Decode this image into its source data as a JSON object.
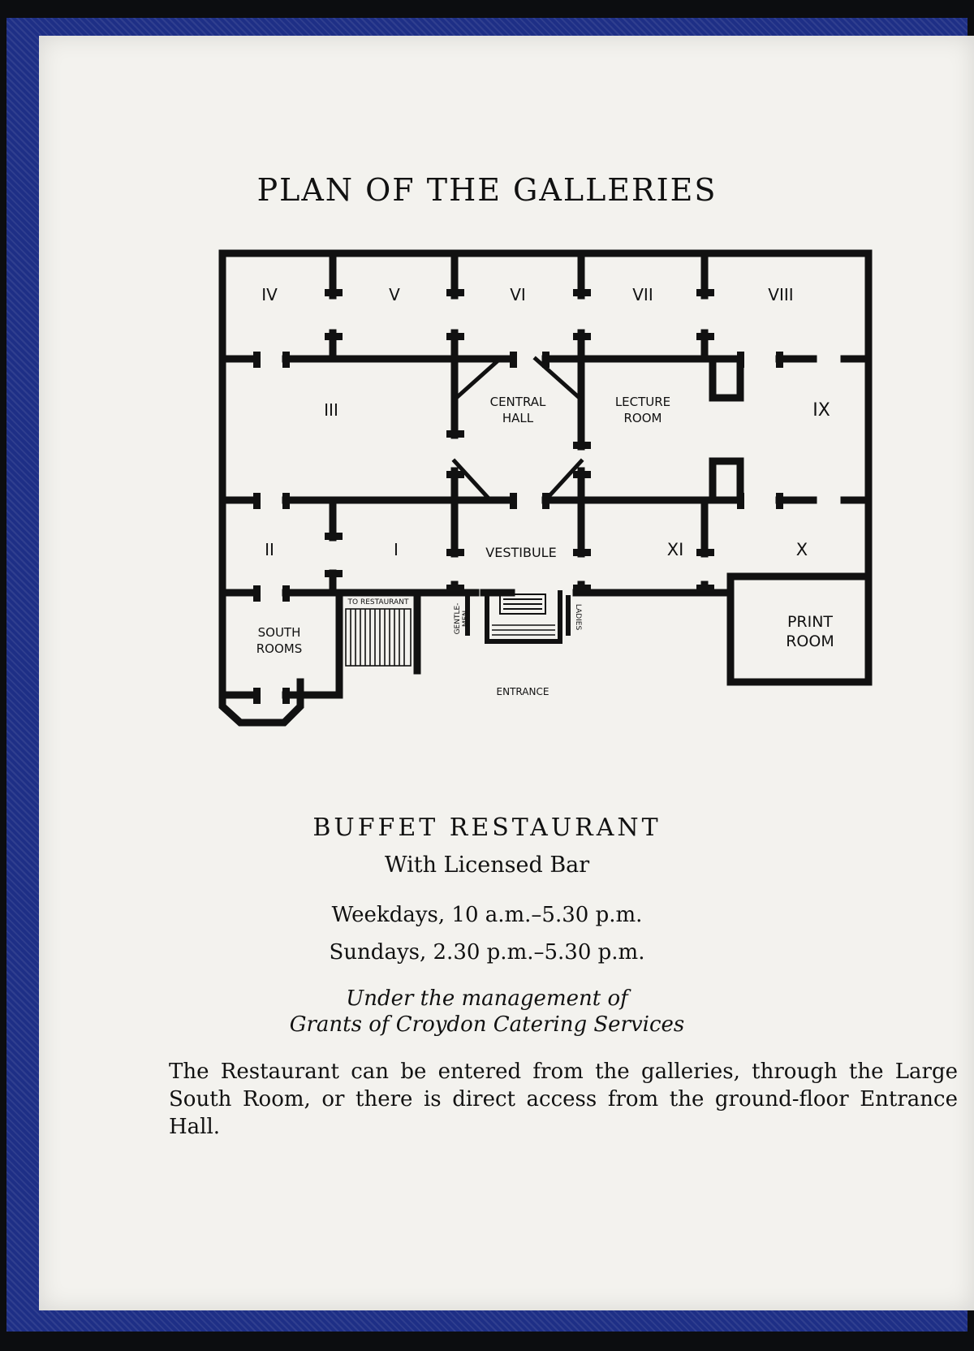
{
  "title": "PLAN OF THE GALLERIES",
  "plan": {
    "rooms": [
      "IV",
      "V",
      "VI",
      "VII",
      "VIII",
      "III",
      "IX",
      "II",
      "I",
      "XI",
      "X"
    ],
    "central_hall": [
      "CENTRAL",
      "HALL"
    ],
    "lecture_room": [
      "LECTURE",
      "ROOM"
    ],
    "vestibule": "VESTIBULE",
    "to_restaurant": "TO RESTAURANT",
    "south_rooms": [
      "SOUTH",
      "ROOMS"
    ],
    "gentlemen": [
      "GENTLE-",
      "MEN"
    ],
    "ladies": "LADIES",
    "print_room": [
      "PRINT",
      "ROOM"
    ],
    "entrance": "ENTRANCE"
  },
  "restaurant": {
    "heading": "BUFFET RESTAURANT",
    "subheading": "With Licensed Bar",
    "weekdays": "Weekdays, 10 a.m.–5.30 p.m.",
    "sundays": "Sundays, 2.30 p.m.–5.30 p.m.",
    "management_line1": "Under the management of",
    "management_line2": "Grants of Croydon Catering Services",
    "description": "The Restaurant can be entered from the galleries, through the Large South Room, or there is direct access from the ground-floor Entrance Hall."
  }
}
